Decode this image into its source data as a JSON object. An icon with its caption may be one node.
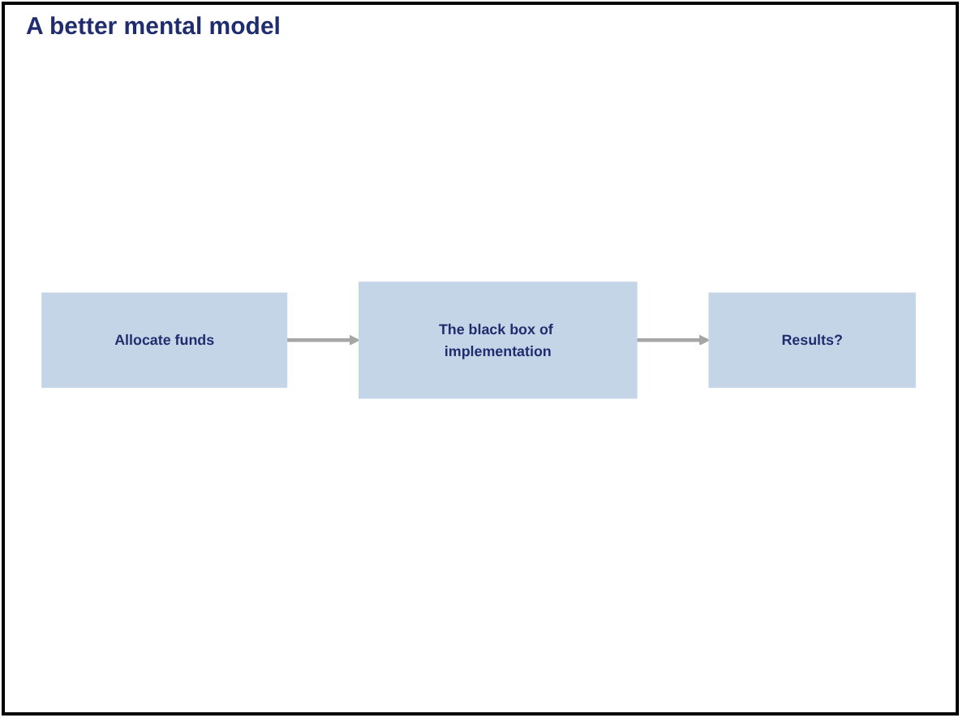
{
  "diagram": {
    "title": "A better mental model",
    "nodes": [
      {
        "text": [
          "Allocate funds"
        ]
      },
      {
        "text": [
          "The black box of implementation"
        ]
      },
      {
        "text": [
          "Results?"
        ]
      }
    ],
    "edges": [
      {
        "from": 0,
        "to": 1,
        "arrow": "to"
      },
      {
        "from": 1,
        "to": 2,
        "arrow": "to"
      }
    ]
  }
}
